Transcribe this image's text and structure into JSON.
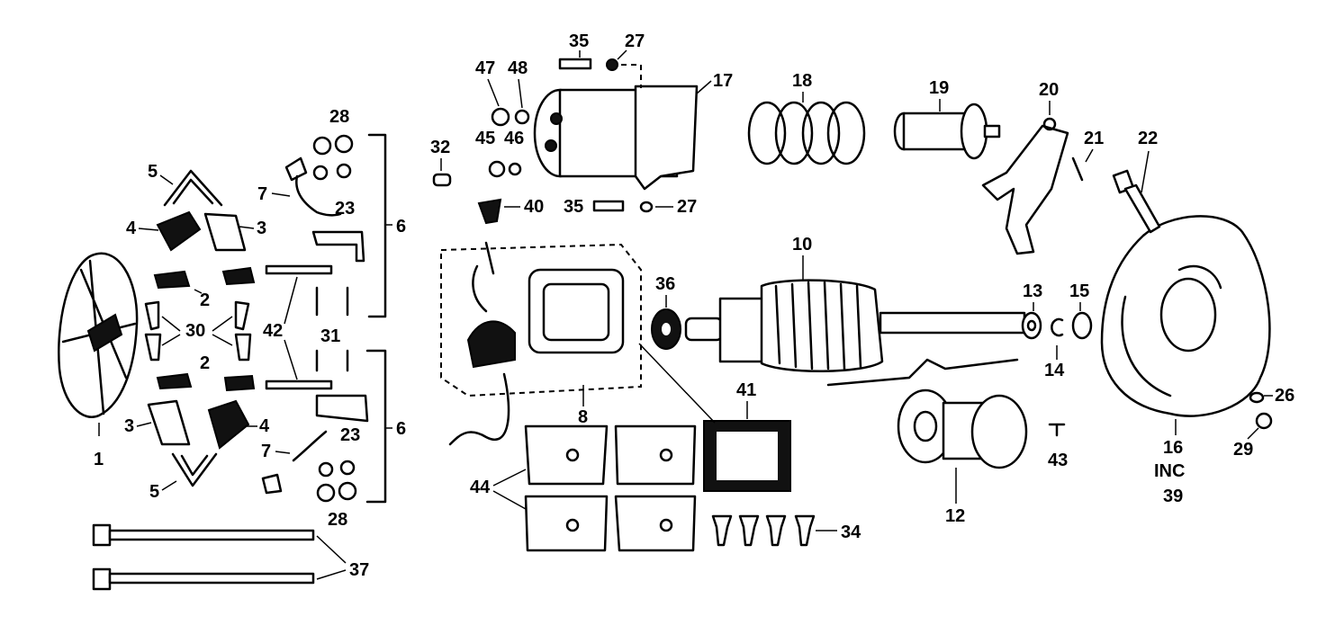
{
  "diagram": {
    "labels": {
      "p1": "1",
      "p2a": "2",
      "p2b": "2",
      "p3a": "3",
      "p3b": "3",
      "p4a": "4",
      "p4b": "4",
      "p5a": "5",
      "p5b": "5",
      "p6a": "6",
      "p6b": "6",
      "p7a": "7",
      "p7b": "7",
      "p8": "8",
      "p10": "10",
      "p12": "12",
      "p13": "13",
      "p14": "14",
      "p15": "15",
      "p16": "16",
      "p16inc": "INC",
      "p16b": "39",
      "p17": "17",
      "p18": "18",
      "p19": "19",
      "p20": "20",
      "p21": "21",
      "p22": "22",
      "p23a": "23",
      "p23b": "23",
      "p26": "26",
      "p27a": "27",
      "p27b": "27",
      "p28a": "28",
      "p28b": "28",
      "p29": "29",
      "p30": "30",
      "p31": "31",
      "p32": "32",
      "p34": "34",
      "p35a": "35",
      "p35b": "35",
      "p36": "36",
      "p37": "37",
      "p40": "40",
      "p41": "41",
      "p42": "42",
      "p43": "43",
      "p44": "44",
      "p45": "45",
      "p46": "46",
      "p47": "47",
      "p48": "48"
    }
  }
}
